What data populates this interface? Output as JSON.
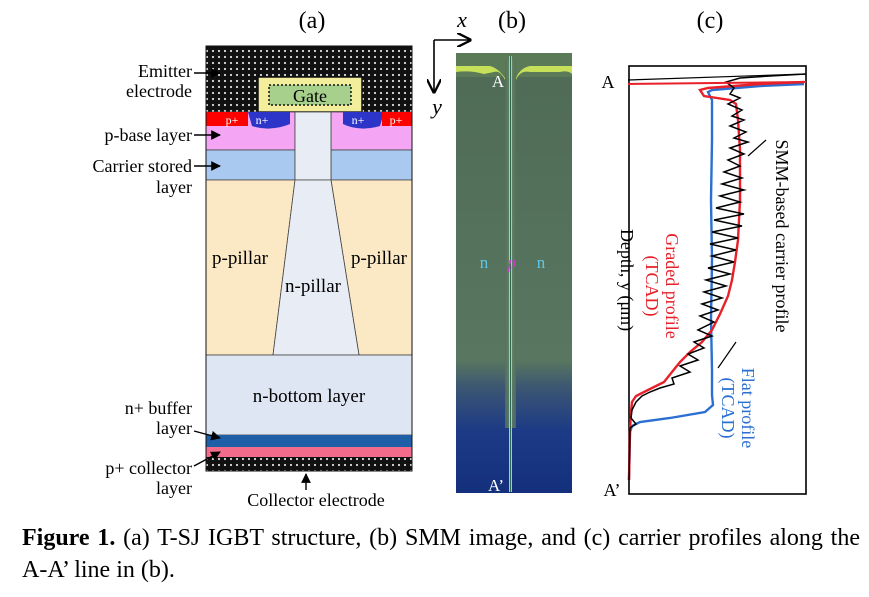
{
  "panel_labels": {
    "a": "(a)",
    "b": "(b)",
    "c": "(c)"
  },
  "panel_a": {
    "labels": {
      "emitter": [
        "Emitter",
        "electrode"
      ],
      "p_base": "p-base layer",
      "carrier_stored": [
        "Carrier stored",
        "layer"
      ],
      "n_buffer": [
        "n+ buffer",
        "layer"
      ],
      "p_collector": [
        "p+ collector",
        "layer"
      ],
      "collector_electrode": "Collector electrode"
    },
    "inside": {
      "gate": "Gate",
      "p_plus_left": "p+",
      "n_plus_left": "n+",
      "n_plus_right": "n+",
      "p_plus_right": "p+",
      "p_pillar_left": "p-pillar",
      "p_pillar_right": "p-pillar",
      "n_pillar": "n-pillar",
      "n_bottom": "n-bottom layer"
    },
    "colors": {
      "emitter_fill": "#1a1a1a",
      "gate_outer": "#f2ee9c",
      "gate_inner": "#a8d08d",
      "p_plus": "#ff0000",
      "n_plus": "#2c35c8",
      "p_base": "#f4a6f4",
      "carrier_stored": "#a9c9f0",
      "p_pillar": "#fbe8c4",
      "n_pillar": "#e8ecf4",
      "n_bottom": "#dde6f2",
      "n_buffer": "#1e5fa8",
      "p_collector": "#f26b8a"
    }
  },
  "panel_b": {
    "axis_x": "x",
    "axis_y": "y",
    "top_label": "A",
    "bottom_label": "A’",
    "left_n": "n",
    "center_p": "p",
    "right_n": "n",
    "colors": {
      "n": "#5fc7e6",
      "p": "#c43ccc"
    }
  },
  "panel_c": {
    "top_label": "A",
    "bottom_label": "A’",
    "ylabel": "Depth, y (μm)",
    "annotations": {
      "smm": "SMM-based carrier profile",
      "graded": [
        "Graded profile",
        "(TCAD)"
      ],
      "flat": [
        "Flat profile",
        "(TCAD)"
      ]
    },
    "colors": {
      "graded": "#e8202a",
      "flat": "#2a6fd1",
      "smm": "#000000"
    }
  },
  "caption": {
    "lead": "Figure 1.",
    "text": " (a) T-SJ IGBT structure, (b) SMM image, and (c) carrier profiles along the A-A’ line in (b)."
  }
}
